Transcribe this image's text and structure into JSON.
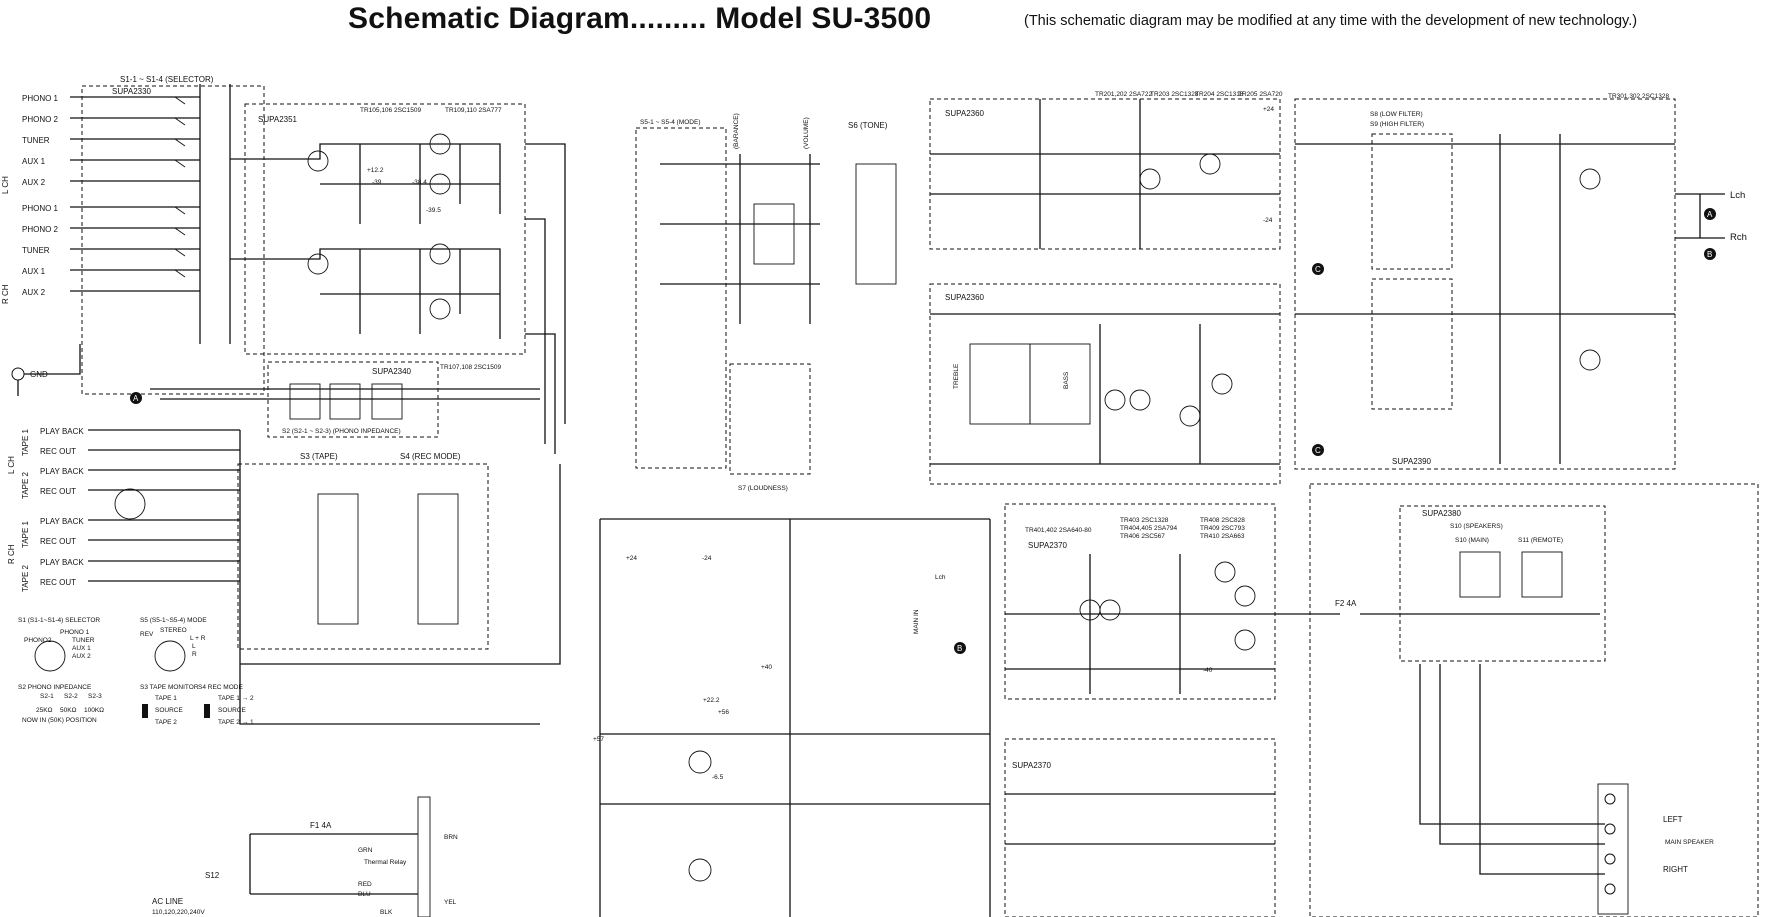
{
  "header": {
    "title": "Schematic Diagram......... Model SU-3500",
    "subtitle": "(This schematic diagram may be modified at any time with the development of new technology.)"
  },
  "selector": {
    "title": "S1-1 ~ S1-4 (SELECTOR)",
    "board": "SUPA2330",
    "lch_label": "L CH",
    "rch_label": "R CH",
    "lch_inputs": [
      "PHONO 1",
      "PHONO 2",
      "TUNER",
      "AUX 1",
      "AUX 2"
    ],
    "rch_inputs": [
      "PHONO 1",
      "PHONO 2",
      "TUNER",
      "AUX 1",
      "AUX 2"
    ],
    "gnd": "GND"
  },
  "phono_eq": {
    "board": "SUPA2351",
    "tr_top": "TR105,106 2SC1509",
    "tr_top2": "TR109,110 2SA777",
    "tr_bottom": "TR107,108 2SC1509",
    "impedance_board": "SUPA2340",
    "impedance_label": "S2 (S2-1 ~ S2-3) (PHONO INPEDANCE)"
  },
  "tape": {
    "tape1": "TAPE 1",
    "tape2": "TAPE 2",
    "playback": "PLAY BACK",
    "recout": "REC OUT",
    "monitor_switch": "S3 (TAPE)",
    "recmode_switch": "S4 (REC MODE)"
  },
  "legend": {
    "selector_title": "S1 (S1-1~S1-4) SELECTOR",
    "selector_items": [
      "PHONO 1",
      "PHONO2",
      "TUNER",
      "AUX 1",
      "AUX 2"
    ],
    "mode_title": "S5 (S5-1~S5-4) MODE",
    "mode_items": [
      "REV",
      "STEREO",
      "L + R",
      "L",
      "R"
    ],
    "impedance_title": "S2 PHONO INPEDANCE",
    "impedance_cols": [
      "S2-1",
      "S2-2",
      "S2-3"
    ],
    "impedance_values": [
      "25KΩ",
      "50KΩ",
      "100KΩ"
    ],
    "impedance_note": "NOW IN (50K) POSITION",
    "tape_monitor_title": "S3 TAPE MONITOR",
    "tape_monitor_items": [
      "TAPE 1",
      "SOURCE",
      "TAPE 2"
    ],
    "rec_mode_title": "S4 REC MODE",
    "rec_mode_items": [
      "TAPE 1 → 2",
      "SOURCE",
      "TAPE 2 → 1"
    ]
  },
  "controls": {
    "mode": "S5-1 ~ S5-4 (MODE)",
    "balance": "(BARANCE)",
    "volume": "(VOLUME)",
    "tone": "S6 (TONE)",
    "loudness": "S7 (LOUDNESS)",
    "low_filter": "S8 (LOW FILTER)",
    "high_filter": "S9 (HIGH FILTER)"
  },
  "boards": {
    "tone_top": "SUPA2360",
    "tone_bottom": "SUPA2360",
    "filter": "SUPA2390",
    "power_amp_top": "SUPA2370",
    "power_amp_bottom": "SUPA2370",
    "speaker": "SUPA2380",
    "tone_transistors": [
      "TR201,202 2SA722",
      "TR203 2SC1328",
      "TR204 2SC1318",
      "TR205 2SA720"
    ],
    "filter_transistors": "TR301,302 2SC1328",
    "bass": "BASS",
    "treble": "TREBLE"
  },
  "power_amp": {
    "tr_list": [
      "TR401,402 2SA640-80",
      "TR403 2SC1328",
      "TR404,405 2SA794",
      "TR406 2SC567",
      "TR408 2SC828",
      "TR409 2SC793",
      "TR410 2SA663"
    ],
    "main_in": "MAIN IN",
    "fuse": "F2 4A",
    "ch": "Lch"
  },
  "speakers": {
    "switch_title": "S10 (SPEAKERS)",
    "main": "S10 (MAIN)",
    "remote": "S11 (REMOTE)",
    "main_speaker": "MAIN SPEAKER",
    "left": "LEFT",
    "right": "RIGHT"
  },
  "power": {
    "ac_line": "AC LINE",
    "ac_voltage": "110,120,220,240V",
    "fuse": "F1 4A",
    "switch": "S12",
    "relay": "Thermal Relay",
    "wires": [
      "GRN",
      "RED",
      "BLU",
      "BRN",
      "YEL",
      "BLK"
    ]
  },
  "outputs": {
    "lch": "Lch",
    "rch": "Rch"
  },
  "markers": [
    "A",
    "B",
    "C"
  ],
  "voltages": [
    "+24",
    "-24",
    "+40",
    "-40",
    "+57",
    "+56",
    "-6.5",
    "+22.2",
    "-39",
    "-38.4",
    "-39.5",
    "+12.2"
  ]
}
